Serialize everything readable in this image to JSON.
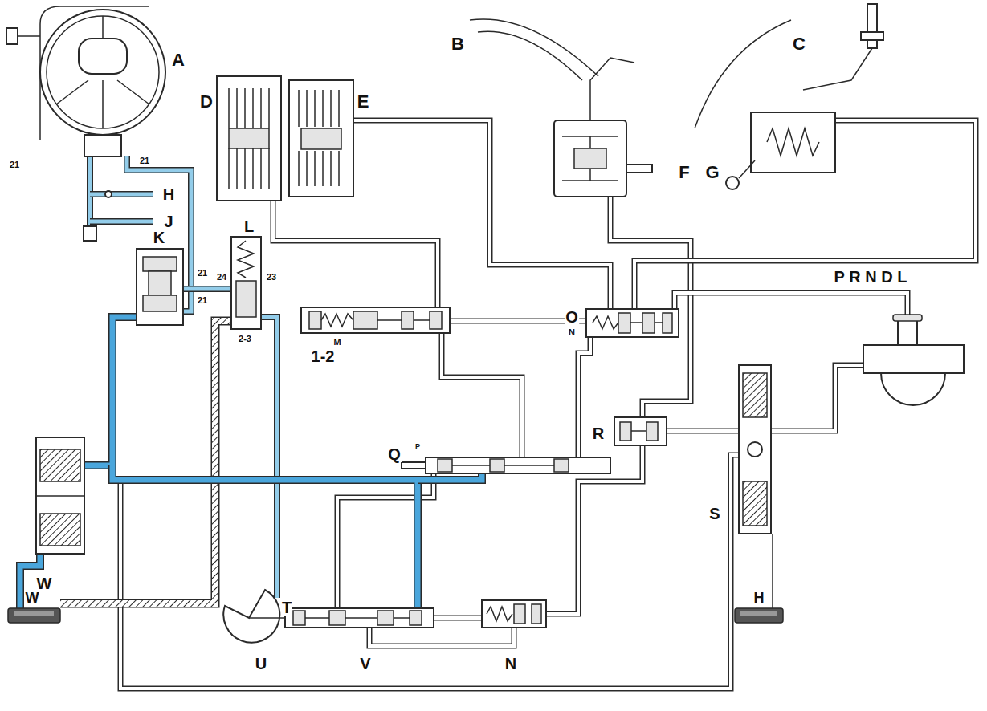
{
  "diagram": {
    "labels": [
      "A",
      "B",
      "C",
      "21",
      "21",
      "D",
      "E",
      "F",
      "G",
      "H",
      "J",
      "K",
      "L",
      "21",
      "24",
      "23",
      "21",
      "2-3",
      "M",
      "1-2",
      "N",
      "O",
      "R",
      "P R N D L",
      "P",
      "Q",
      "S",
      "W",
      "W",
      "H",
      "T",
      "U",
      "V",
      "N"
    ]
  }
}
